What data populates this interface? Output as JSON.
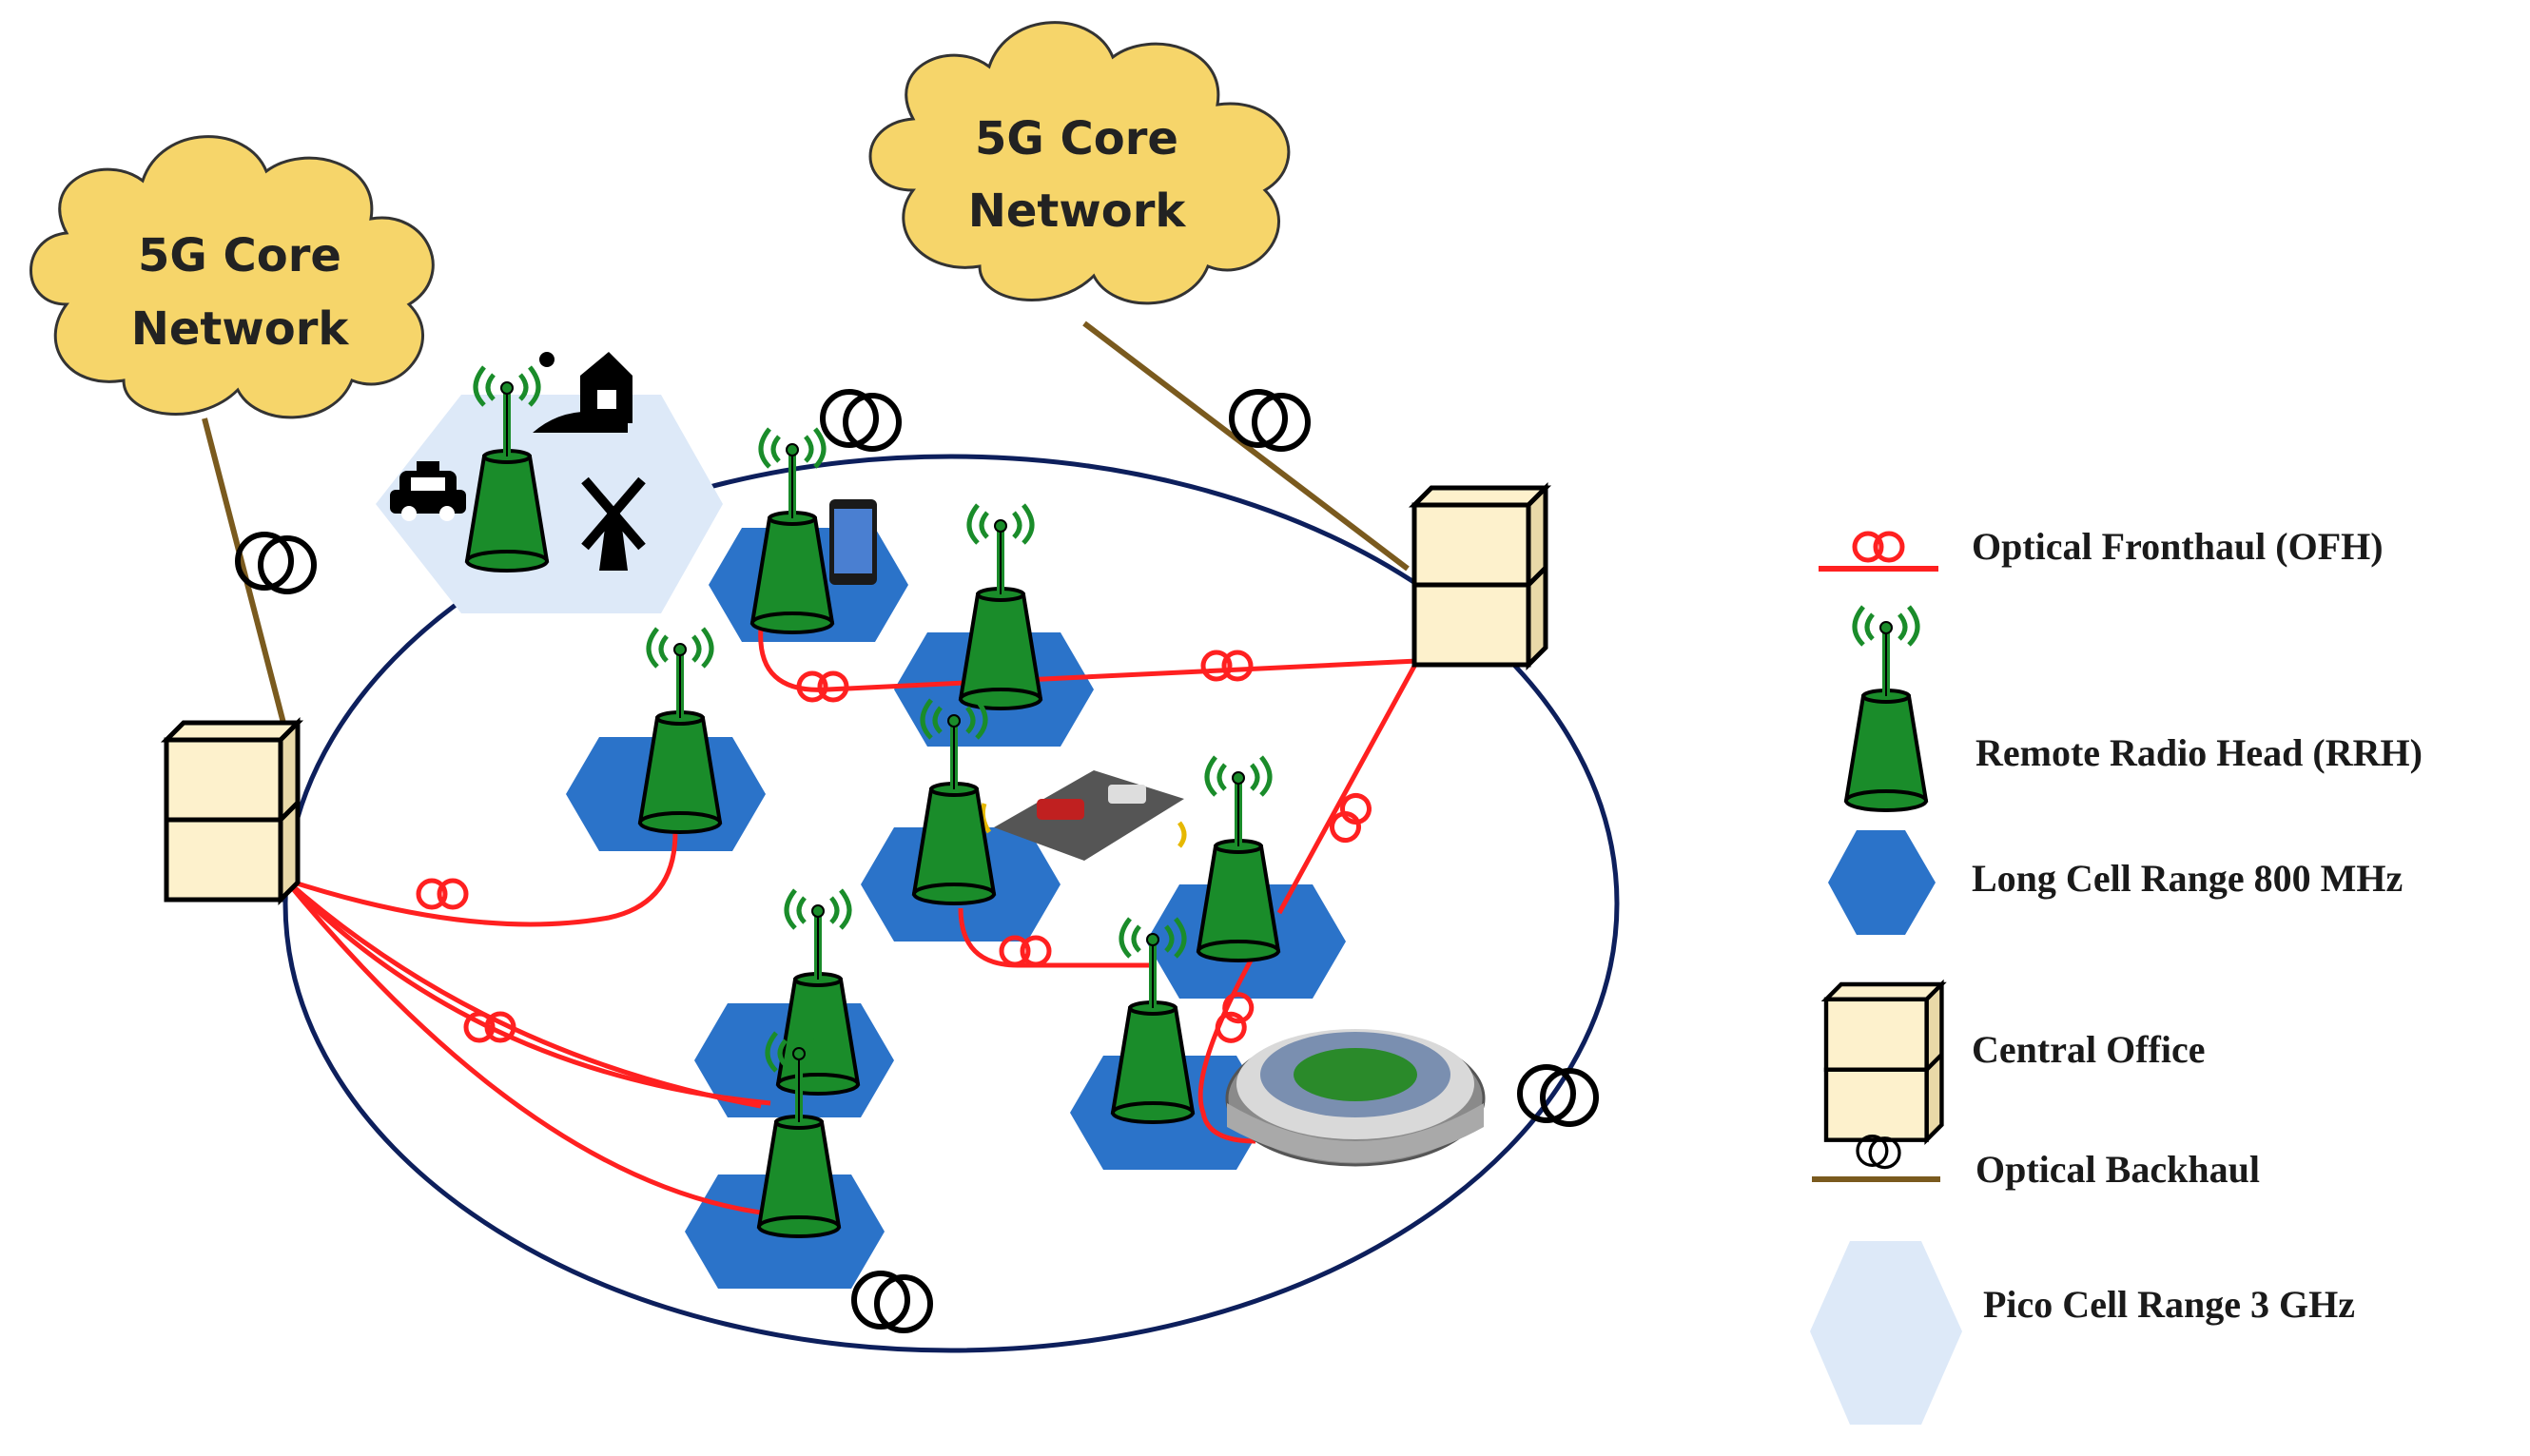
{
  "clouds": [
    {
      "line1": "5G Core",
      "line2": "Network"
    },
    {
      "line1": "5G Core",
      "line2": "Network"
    }
  ],
  "legend": {
    "ofh": "Optical Fronthaul (OFH)",
    "rrh": "Remote Radio Head (RRH)",
    "long_cell": "Long Cell Range 800 MHz",
    "central_office": "Central Office",
    "backhaul": "Optical Backhaul",
    "pico_cell": "Pico Cell Range 3 GHz"
  },
  "colors": {
    "fronthaul": "#ff2020",
    "backhaul": "#7a5a1e",
    "rrh": "#1a8c2a",
    "long_cell": "#2b73c9",
    "pico_cell": "#dde9f8",
    "central_office": "#fdf1cc",
    "cloud": "#f6d56a",
    "ellipse": "#0d1f5c"
  }
}
